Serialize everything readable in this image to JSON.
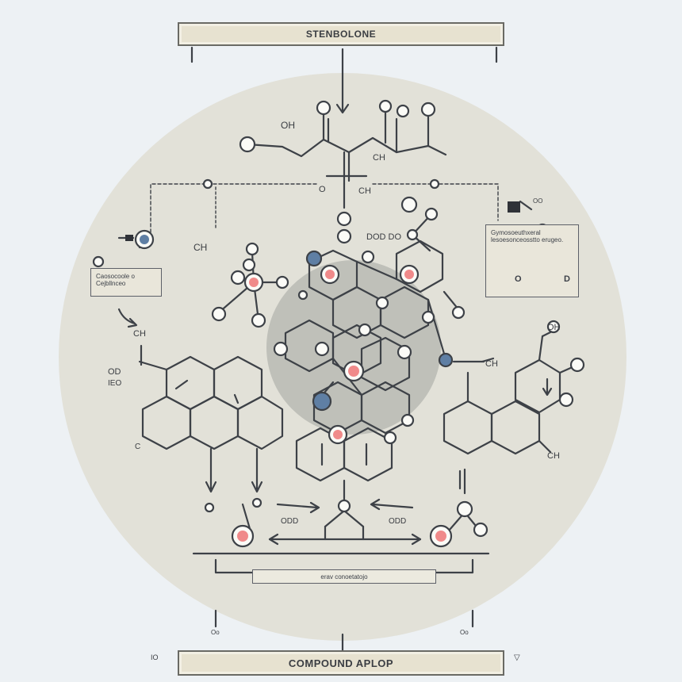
{
  "title": "STENBOLONE",
  "footer": "COMPOUND APLOP",
  "left_note": "Caosocoole o Cejbllnceo",
  "right_note": "Gymosoeuthxeral lesoesonceosstto erugeo.",
  "right_note_symbols": [
    "O",
    "D"
  ],
  "bottom_label": "erav conoetatojo",
  "atom_labels": {
    "top_oh": "OH",
    "top_ch3_a": "CH",
    "top_ch3_b": "CH",
    "center_o": "O",
    "left_ch3": "CH",
    "dod": "DOD DO",
    "left_ch3_ring": "CH",
    "od": "OD",
    "ieo": "IEO",
    "left_c": "C",
    "right_ch3": "CH",
    "right_oh": "OH",
    "right_ch3_low": "CH",
    "bottom_left_odd": "ODD",
    "bottom_right_odd": "ODD",
    "bottom_left_small": "Oo",
    "bottom_right_small": "Oo",
    "corner_small_left": "IO",
    "corner_small_right": "▽",
    "top_right_small": "OO"
  },
  "colors": {
    "background": "#edf1f4",
    "circle": "#e2e1d8",
    "line": "#3d4147",
    "atom_red": "#f08a8a",
    "atom_blue": "#5f7fa4",
    "shade": "#b9bab4"
  }
}
